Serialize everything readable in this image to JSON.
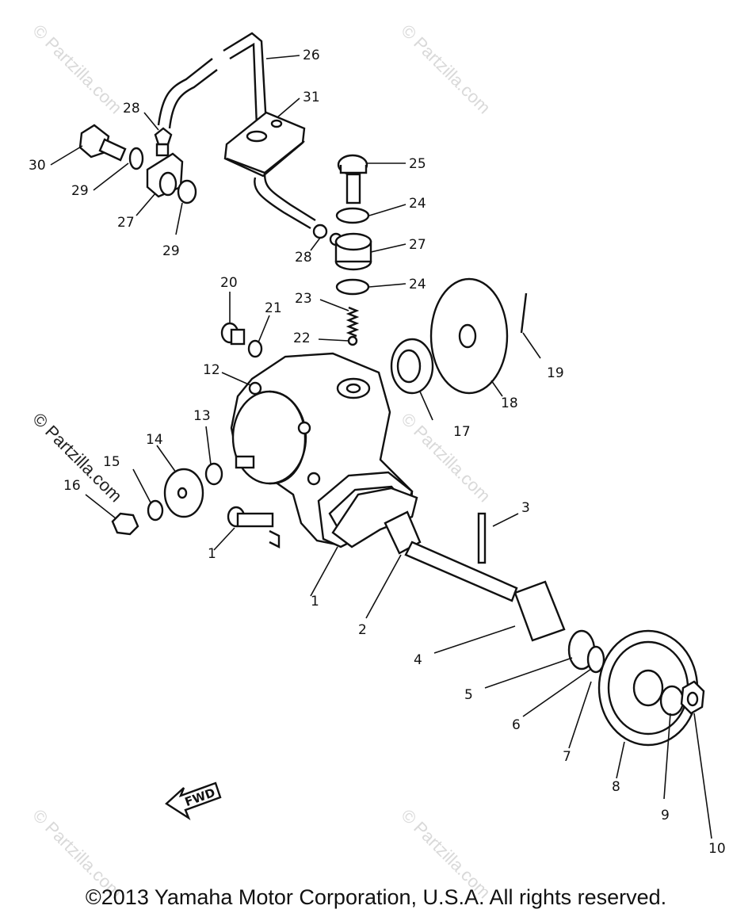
{
  "watermark": "© Partzilla.com",
  "copyright": "©2013  Yamaha Motor Corporation, U.S.A. All rights reserved.",
  "fwd_label": "FWD",
  "callouts": [
    "1",
    "1",
    "2",
    "3",
    "4",
    "5",
    "6",
    "7",
    "8",
    "9",
    "10",
    "12",
    "13",
    "14",
    "15",
    "16",
    "17",
    "18",
    "19",
    "20",
    "21",
    "22",
    "23",
    "24",
    "24",
    "25",
    "26",
    "27",
    "27",
    "28",
    "28",
    "29",
    "29",
    "30",
    "31"
  ]
}
